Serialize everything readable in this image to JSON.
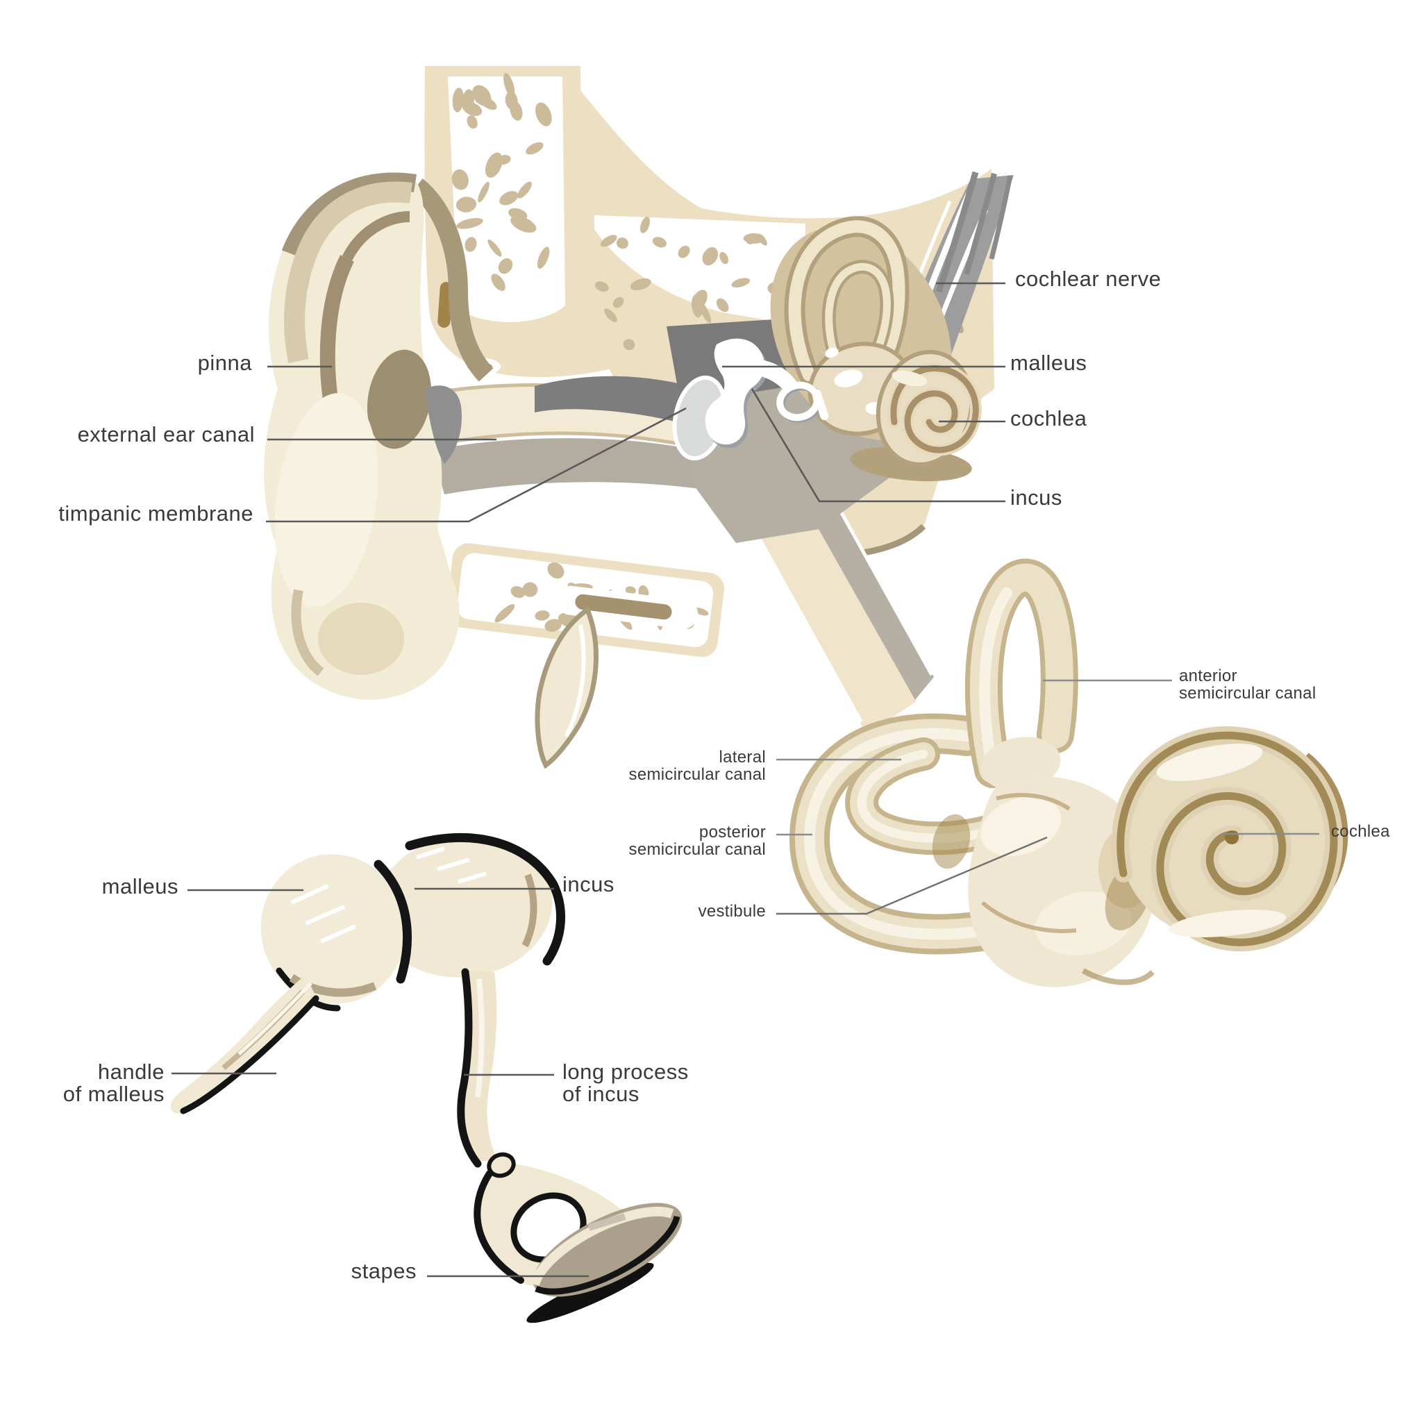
{
  "page": {
    "background": "#ffffff",
    "text_color": "#3a3a3a"
  },
  "main_diagram": {
    "title_implicit": "ear cross-section",
    "labels": {
      "pinna": "pinna",
      "external_ear_canal": "external ear canal",
      "timpanic_membrane": "timpanic membrane",
      "cochlear_nerve": "cochlear nerve",
      "malleus": "malleus",
      "cochlea": "cochlea",
      "incus": "incus"
    }
  },
  "ossicles_diagram": {
    "labels": {
      "malleus": "malleus",
      "incus": "incus",
      "handle_of_malleus_line1": "handle",
      "handle_of_malleus_line2": "of malleus",
      "long_process_of_incus_line1": "long process",
      "long_process_of_incus_line2": "of incus",
      "stapes": "stapes"
    }
  },
  "labyrinth_diagram": {
    "labels": {
      "anterior_semicircular_canal_line1": "anterior",
      "anterior_semicircular_canal_line2": "semicircular canal",
      "lateral_semicircular_canal_line1": "lateral",
      "lateral_semicircular_canal_line2": "semicircular canal",
      "posterior_semicircular_canal_line1": "posterior",
      "posterior_semicircular_canal_line2": "semicircular canal",
      "vestibule": "vestibule",
      "cochlea": "cochlea"
    }
  },
  "colors": {
    "cream": "#f2ebd6",
    "bone_beige": "#ecdfc2",
    "tan_shade": "#d7c9ab",
    "deep_taupe": "#a2947a",
    "cavity_dark_gray": "#7d7d7d",
    "cavity_gray": "#b2ada0",
    "nerve_gray": "#9d9d9d",
    "outline_black": "#151515",
    "leader_gray": "#595959",
    "leader_light": "#8c8c8c",
    "brown_shadow": "#9a7c41"
  }
}
